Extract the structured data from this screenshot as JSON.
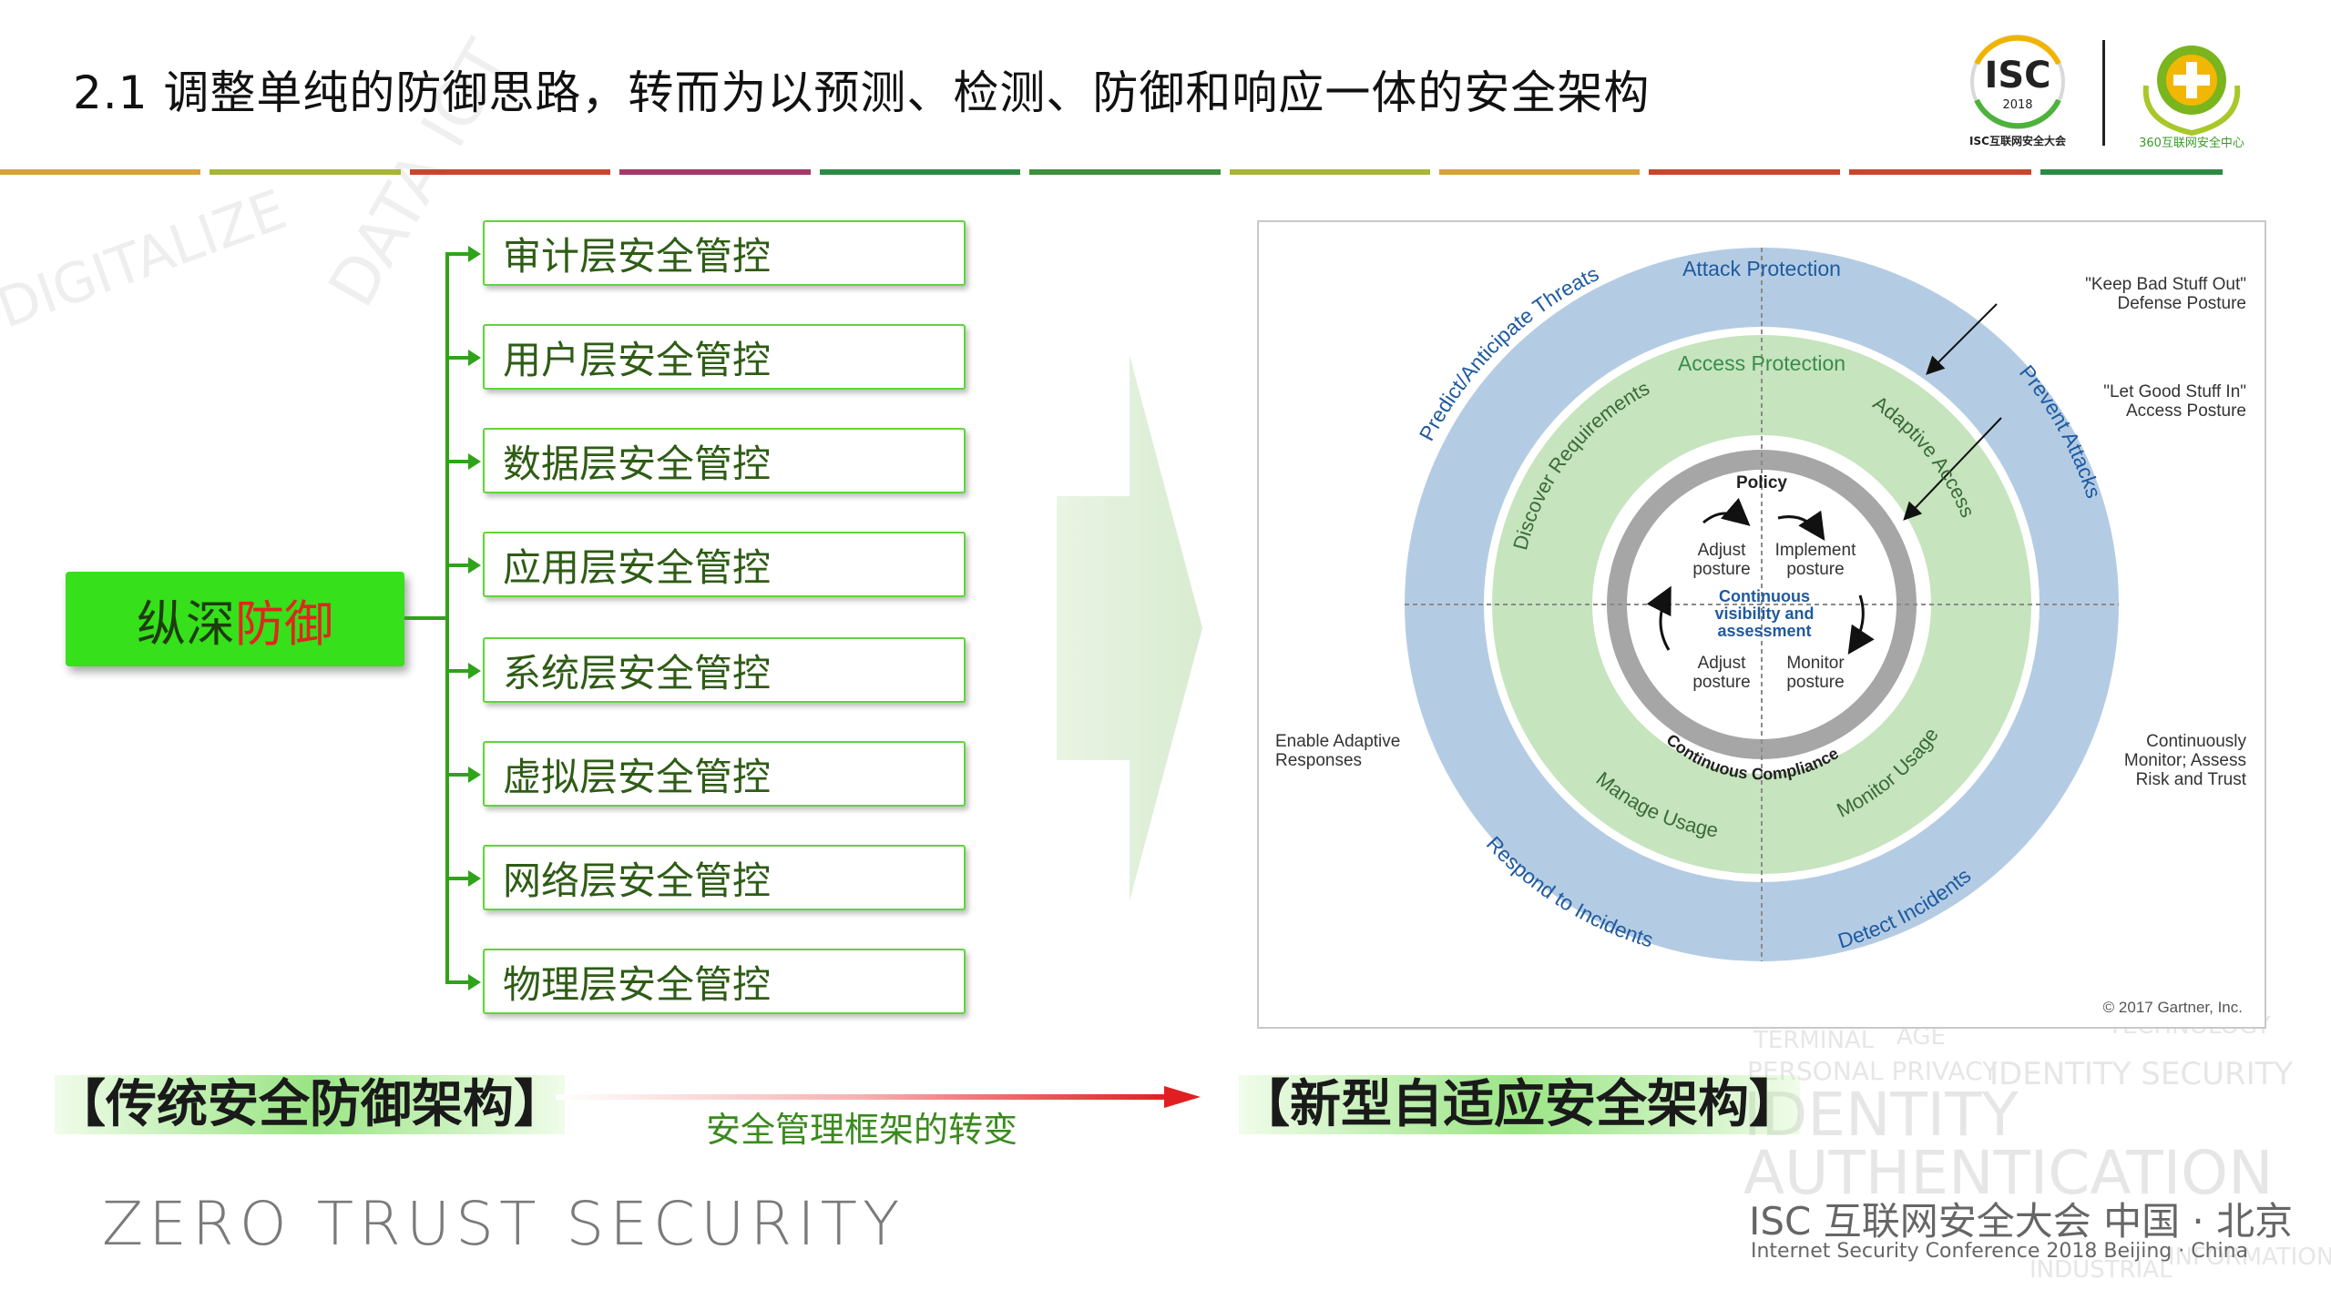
{
  "header": {
    "title": "2.1 调整单纯的防御思路，转而为以预测、检测、防御和响应一体的安全架构",
    "logo_isc_text": "ISC",
    "logo_isc_year": "2018",
    "logo_isc_caption": "ISC互联网安全大会",
    "logo_360_caption": "360互联网安全中心"
  },
  "left": {
    "root": {
      "prefix": "纵深",
      "highlight": "防御"
    },
    "layers": [
      "审计层安全管控",
      "用户层安全管控",
      "数据层安全管控",
      "应用层安全管控",
      "系统层安全管控",
      "虚拟层安全管控",
      "网络层安全管控",
      "物理层安全管控"
    ],
    "caption": "【传统安全防御架构】"
  },
  "transition": {
    "label": "安全管理框架的转变"
  },
  "right": {
    "caption": "【新型自适应安全架构】",
    "diagram": {
      "outer_top": "Attack Protection",
      "outer_ring": [
        "Predict/Anticipate Threats",
        "Prevent Attacks",
        "Detect Incidents",
        "Respond to Incidents"
      ],
      "inner_top": "Access Protection",
      "inner_ring": [
        "Discover Requirements",
        "Adaptive Access",
        "Monitor Usage",
        "Manage Usage"
      ],
      "core_top": "Policy",
      "core_bottom": "Continuous Compliance",
      "core_center": [
        "Continuous",
        "visibility and",
        "assessment"
      ],
      "quadrants": [
        [
          "Adjust",
          "posture"
        ],
        [
          "Implement",
          "posture"
        ],
        [
          "Adjust",
          "posture"
        ],
        [
          "Monitor",
          "posture"
        ]
      ],
      "note_keep_out": [
        "\"Keep Bad Stuff Out\"",
        "Defense Posture"
      ],
      "note_let_in": [
        "\"Let Good Stuff In\"",
        "Access Posture"
      ],
      "note_enable": [
        "Enable Adaptive",
        "Responses"
      ],
      "note_monitor": [
        "Continuously",
        "Monitor; Assess",
        "Risk and Trust"
      ],
      "copyright": "© 2017 Gartner, Inc."
    }
  },
  "footer": {
    "zero_trust": "ZERO TRUST SECURITY",
    "isc_cn": "ISC 互联网安全大会 中国 · 北京",
    "isc_en": "Internet Security Conference 2018   Beijing · China",
    "watermark_words": [
      "TERMINAL",
      "AGE",
      "PERSONAL PRIVACY",
      "IDENTITY SECURITY",
      "TECHNOLOGY",
      "IDENTITY",
      "AUTHENTICATION",
      "INDUSTRIAL",
      "INFORMATION"
    ]
  },
  "colors": {
    "outer_ring": "#b4cce3",
    "inner_ring": "#c6e4bd",
    "core_ring": "#a6a6a6",
    "outer_text": "#1f5aa0",
    "inner_text": "#3a8c4e",
    "depth_box": "#36e01a",
    "arrow_red": "#e02020"
  }
}
